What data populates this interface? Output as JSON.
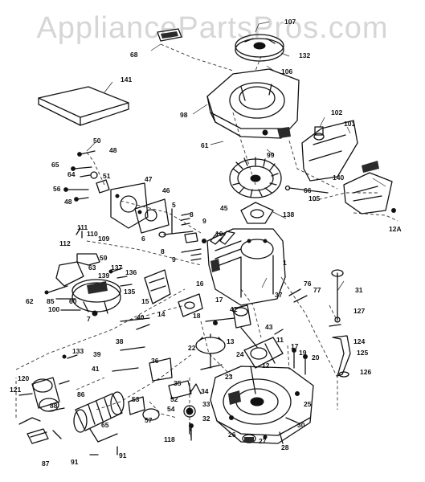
{
  "watermark": "AppliancePartsPros.com",
  "callouts": [
    "107",
    "68",
    "132",
    "106",
    "141",
    "98",
    "102",
    "101",
    "61",
    "99",
    "50",
    "48",
    "65",
    "64",
    "51",
    "56",
    "47",
    "46",
    "66",
    "105",
    "140",
    "45",
    "138",
    "5",
    "8",
    "9",
    "48",
    "10",
    "6",
    "8",
    "9",
    "12A",
    "111",
    "110",
    "112",
    "109",
    "59",
    "63",
    "137",
    "136",
    "139",
    "135",
    "1",
    "16",
    "15",
    "31",
    "62",
    "85",
    "60",
    "100",
    "7",
    "14",
    "37",
    "76",
    "77",
    "38",
    "40",
    "17",
    "18",
    "42",
    "43",
    "127",
    "133",
    "39",
    "11",
    "13",
    "24",
    "12",
    "17",
    "19",
    "20",
    "124",
    "125",
    "126",
    "41",
    "36",
    "22",
    "23",
    "120",
    "121",
    "86",
    "53",
    "52",
    "34",
    "35",
    "25",
    "54",
    "57",
    "33",
    "32",
    "30",
    "88",
    "65",
    "26",
    "27",
    "28",
    "87",
    "91",
    "91",
    "118"
  ]
}
